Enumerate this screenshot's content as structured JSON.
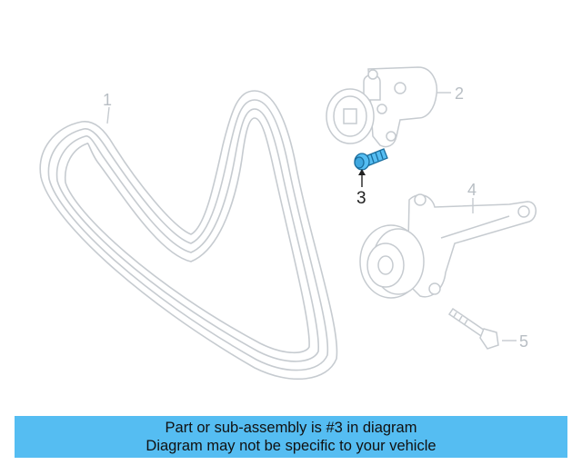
{
  "diagram": {
    "callouts": [
      {
        "number": "1",
        "part": "belt"
      },
      {
        "number": "2",
        "part": "tensioner"
      },
      {
        "number": "3",
        "part": "bolt"
      },
      {
        "number": "4",
        "part": "idler-pulley-bracket"
      },
      {
        "number": "5",
        "part": "bolt"
      }
    ],
    "highlight_callout": "3",
    "colors": {
      "line": "#c6cbd0",
      "highlight_fill": "#55bdf2",
      "highlight_stroke": "#1a6e9e",
      "callout_text": "#b8bec4",
      "active_text": "#222222"
    }
  },
  "banner": {
    "line1": "Part or sub-assembly is #3 in diagram",
    "line2": "Diagram may not be specific to your vehicle",
    "background": "#55bdf2"
  }
}
